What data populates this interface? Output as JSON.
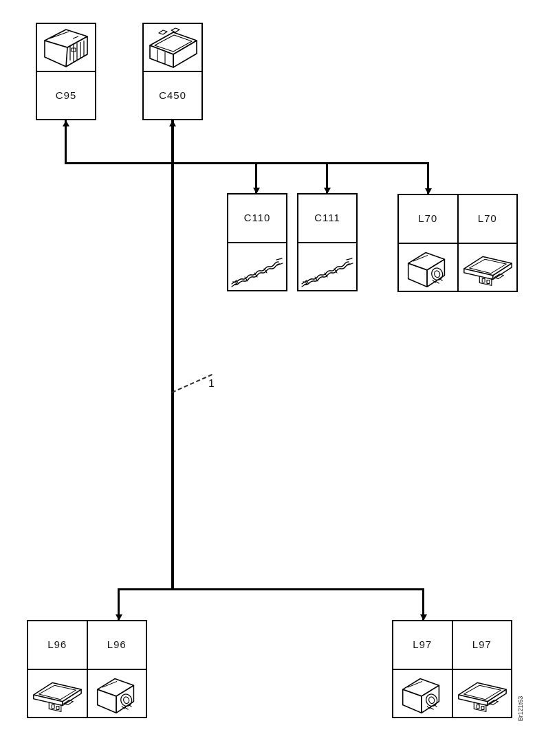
{
  "labels": {
    "c95": "C95",
    "c450": "C450",
    "c110": "C110",
    "c111": "C111",
    "l70_left": "L70",
    "l70_right": "L70",
    "l96_left": "L96",
    "l96_right": "L96",
    "l97_left": "L97",
    "l97_right": "L97"
  },
  "callout": {
    "number": "1"
  },
  "footer": {
    "doc_id": "Br121t63"
  },
  "icons": {
    "c95": "connector-block-icon",
    "c450": "connector-block-icon",
    "c110": "wire-splice-icon",
    "c111": "wire-splice-icon",
    "l70_left": "lamp-unit-icon",
    "l70_right": "lamp-bracket-icon",
    "l96_left": "lamp-bracket-icon",
    "l96_right": "lamp-unit-icon",
    "l97_left": "lamp-unit-icon",
    "l97_right": "lamp-bracket-icon"
  },
  "colors": {
    "line": "#000000",
    "background": "#ffffff"
  }
}
